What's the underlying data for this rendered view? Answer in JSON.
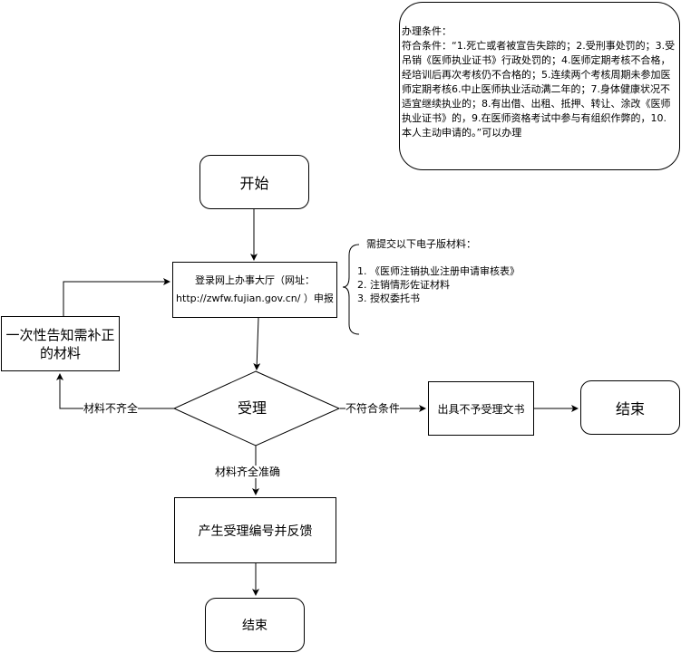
{
  "flowchart": {
    "start": {
      "label": "开始"
    },
    "apply_online": {
      "line1": "登录网上办事大厅（网址：",
      "line2": "http://zwfw.fujian.gov.cn/ ）申报"
    },
    "materials_note": {
      "heading": "需提交以下电子版材料：",
      "items": [
        "1. 《医师注销执业注册申请审核表》",
        "2. 注销情形佐证材料",
        "3. 授权委托书"
      ]
    },
    "conditions_note": {
      "heading": "办理条件：",
      "text": "符合条件：“1.死亡或者被宣告失踪的；2.受刑事处罚的；3.受吊销《医师执业证书》行政处罚的；4.医师定期考核不合格，经培训后再次考核仍不合格的；5.连续两个考核周期未参加医师定期考核6.中止医师执业活动满二年的；7.身体健康状况不适宜继续执业的；8.有出借、出租、抵押、转让、涂改《医师执业证书》的，9.在医师资格考试中参与有组织作弊的，10.本人主动申请的。”可以办理"
    },
    "notify_supplement": {
      "line1": "一次性告知需补正",
      "line2": "的材料"
    },
    "accept": {
      "label": "受理"
    },
    "edge_incomplete": "材料不齐全",
    "edge_not_eligible": "不符合条件",
    "edge_complete": "材料齐全准确",
    "reject_doc": {
      "label": "出具不予受理文书"
    },
    "end_right": {
      "label": "结束"
    },
    "generate_number": {
      "label": "产生受理编号并反馈"
    },
    "end_bottom": {
      "label": "结束"
    }
  },
  "colors": {
    "stroke": "#000000",
    "fill": "#ffffff",
    "text": "#000000"
  }
}
